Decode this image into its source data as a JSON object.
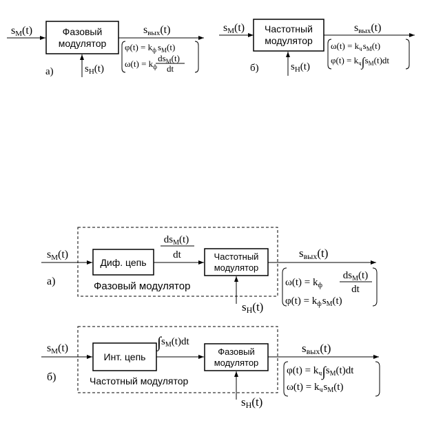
{
  "diagram_a_top": {
    "input": "s",
    "input_sub": "М",
    "input_arg": "(t)",
    "block_line1": "Фазовый",
    "block_line2": "модулятор",
    "carrier": "s",
    "carrier_sub": "Н",
    "carrier_arg": "(t)",
    "output": "s",
    "output_sub": "вых",
    "output_arg": "(t)",
    "eq1": "φ(t) = k",
    "eq1_sub": "ф",
    "eq1_tail_s": "s",
    "eq1_tail_sub": "М",
    "eq1_tail_arg": "(t)",
    "eq2": "ω(t) = k",
    "eq2_sub": "ф",
    "eq2_num": "ds",
    "eq2_num_sub": "М",
    "eq2_num_arg": "(t)",
    "eq2_den": "dt",
    "label": "а)"
  },
  "diagram_b_top": {
    "input": "s",
    "input_sub": "М",
    "input_arg": "(t)",
    "block_line1": "Частотный",
    "block_line2": "модулятор",
    "carrier": "s",
    "carrier_sub": "Н",
    "carrier_arg": "(t)",
    "output": "s",
    "output_sub": "вых",
    "output_arg": "(t)",
    "eq1": "ω(t) = k",
    "eq1_sub": "ч",
    "eq1_tail_s": "s",
    "eq1_tail_sub": "М",
    "eq1_tail_arg": "(t)",
    "eq2": "φ(t) = k",
    "eq2_sub": "ч",
    "eq2_int": "∫",
    "eq2_s": "s",
    "eq2_s_sub": "М",
    "eq2_s_arg": "(t)dt",
    "label": "б)"
  },
  "diagram_a_bottom": {
    "input": "s",
    "input_sub": "М",
    "input_arg": "(t)",
    "block1": "Диф. цепь",
    "deriv_num": "ds",
    "deriv_num_sub": "М",
    "deriv_num_arg": "(t)",
    "deriv_den": "dt",
    "block2_line1": "Частотный",
    "block2_line2": "модулятор",
    "group_label": "Фазовый  модулятор",
    "carrier": "s",
    "carrier_sub": "Н",
    "carrier_arg": "(t)",
    "output": "s",
    "output_sub": "вых",
    "output_arg": "(t)",
    "eq1": "ω(t) = k",
    "eq1_sub": "ф",
    "eq1_num": "ds",
    "eq1_num_sub": "М",
    "eq1_num_arg": "(t)",
    "eq1_den": "dt",
    "eq2": "φ(t) = k",
    "eq2_sub": "ф",
    "eq2_tail_s": "s",
    "eq2_tail_sub": "М",
    "eq2_tail_arg": "(t)",
    "label": "а)"
  },
  "diagram_b_bottom": {
    "input": "s",
    "input_sub": "М",
    "input_arg": "(t)",
    "block1": "Инт. цепь",
    "integral": "∫",
    "integral_s": "s",
    "integral_sub": "М",
    "integral_arg": "(t)dt",
    "block2_line1": "Фазовый",
    "block2_line2": "модулятор",
    "group_label": "Частотный  модулятор",
    "carrier": "s",
    "carrier_sub": "Н",
    "carrier_arg": "(t)",
    "output": "s",
    "output_sub": "вых",
    "output_arg": "(t)",
    "eq1": "φ(t) = k",
    "eq1_sub": "ч",
    "eq1_int": "∫",
    "eq1_s": "s",
    "eq1_s_sub": "М",
    "eq1_s_arg": "(t)dt",
    "eq2": "ω(t) = k",
    "eq2_sub": "ч",
    "eq2_tail_s": "s",
    "eq2_tail_sub": "М",
    "eq2_tail_arg": "(t)",
    "label": "б)"
  }
}
